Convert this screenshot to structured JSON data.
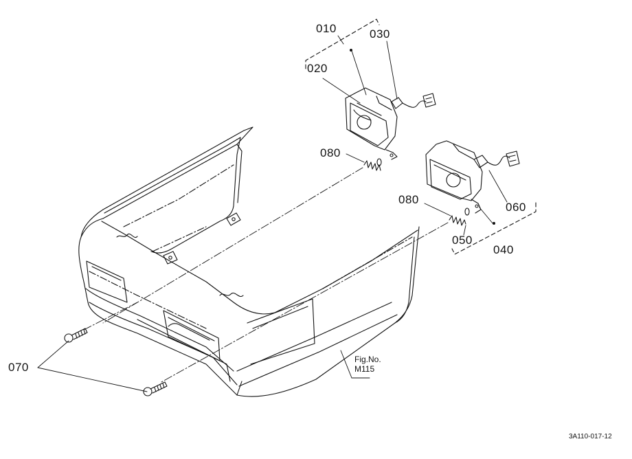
{
  "diagram": {
    "doc_id": "3A110-017-12",
    "fig_ref": {
      "label": "Fig.No.",
      "number": "M115"
    },
    "callouts": {
      "p010": "010",
      "p020": "020",
      "p030": "030",
      "p040": "040",
      "p050": "050",
      "p060": "060",
      "p070": "070",
      "p080_a": "080",
      "p080_b": "080"
    }
  }
}
